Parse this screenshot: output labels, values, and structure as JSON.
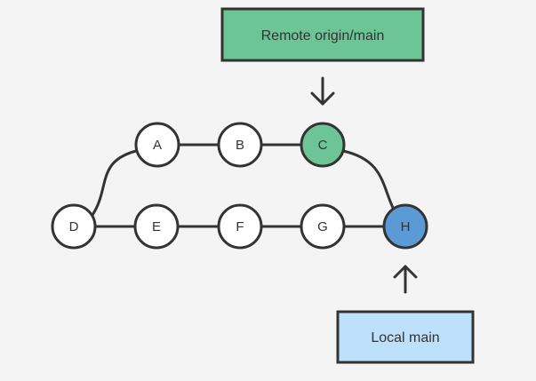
{
  "colors": {
    "background": "#f4f4f4",
    "stroke": "#333333",
    "text": "#333333",
    "node_default": "#ffffff",
    "remote_highlight": "#6cc497",
    "local_highlight": "#5b9bd5",
    "remote_label_fill": "#6cc497",
    "local_label_fill": "#bde0fb"
  },
  "labels": {
    "remote": "Remote origin/main",
    "local": "Local main"
  },
  "commits": {
    "A": "A",
    "B": "B",
    "C": "C",
    "D": "D",
    "E": "E",
    "F": "F",
    "G": "G",
    "H": "H"
  }
}
